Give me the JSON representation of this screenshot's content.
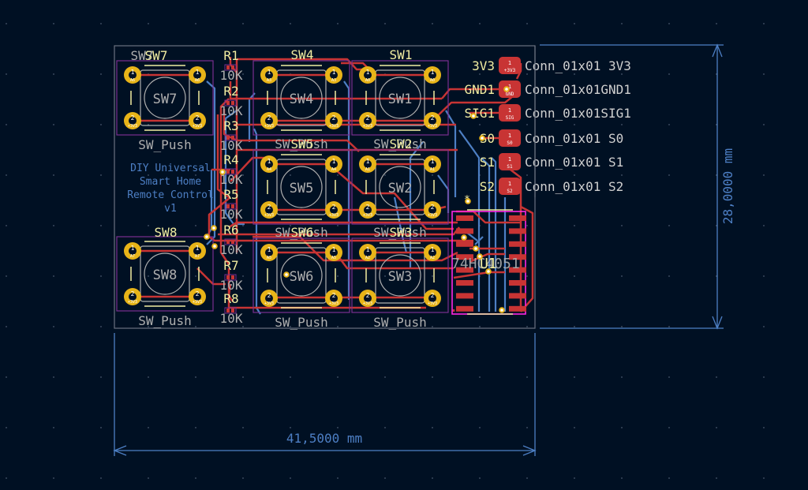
{
  "board": {
    "title_lines": [
      "DIY Universal",
      "Smart Home",
      "Remote Control",
      "v1"
    ],
    "width_dimension": "41,5000 mm",
    "height_dimension": "28,0000 mm"
  },
  "colors": {
    "background": "#001023",
    "edge": "#d0d2cd",
    "front_copper": "#c83434",
    "back_copper": "#4d7fc4",
    "pad": "#e8b418",
    "silkscreen": "#f2eda1",
    "fab": "#afafaf",
    "courtyard": "#7a2e8f",
    "user_text": "#4d7fc4",
    "dimension": "#4d7fc4",
    "selected_outline": "#ff26e2"
  },
  "switches": [
    {
      "ref": "SW7",
      "ref_overlap": "SW7",
      "value": "SW_Push",
      "net1": "A6",
      "net2": "+3V3"
    },
    {
      "ref": "SW4",
      "value": "SW_Push",
      "net1": "A3",
      "net2": "+3V3"
    },
    {
      "ref": "SW1",
      "value": "SW_Push",
      "net1": "A0",
      "net2": "+3V3"
    },
    {
      "ref": "SW5",
      "value": "SW_Push",
      "net1": "A4",
      "net2": "+3V3"
    },
    {
      "ref": "SW2",
      "value": "SW_Push",
      "net1": "A1",
      "net2": "+3V3"
    },
    {
      "ref": "SW8",
      "value": "SW_Push",
      "net1": "A7",
      "net2": "+3V3"
    },
    {
      "ref": "SW6",
      "value": "SW_Push",
      "net1": "A5",
      "net2": "+3V3"
    },
    {
      "ref": "SW3",
      "value": "SW_Push",
      "net1": "A2",
      "net2": "+3V3"
    }
  ],
  "resistors": [
    {
      "ref": "R1",
      "value": "10K"
    },
    {
      "ref": "R2",
      "value": "10K"
    },
    {
      "ref": "R3",
      "value": "10K"
    },
    {
      "ref": "R4",
      "value": "10K"
    },
    {
      "ref": "R5",
      "value": "10K"
    },
    {
      "ref": "R6",
      "value": "10K"
    },
    {
      "ref": "R7",
      "value": "10K"
    },
    {
      "ref": "R8",
      "value": "10K"
    }
  ],
  "connectors": [
    {
      "ref": "3V3",
      "pin": "1",
      "net": "+3V3",
      "value": "Conn_01x01 3V3"
    },
    {
      "ref": "GND1",
      "pin": "1",
      "net": "GND",
      "value": "Conn_01x01GND1"
    },
    {
      "ref": "SIG1",
      "pin": "1",
      "net": "SIG",
      "value": "Conn_01x01SIG1"
    },
    {
      "ref": "S0",
      "pin": "1",
      "net": "S0",
      "value": "Conn_01x01 S0"
    },
    {
      "ref": "S1",
      "pin": "1",
      "net": "S1",
      "value": "Conn_01x01 S1"
    },
    {
      "ref": "S2",
      "pin": "1",
      "net": "S2",
      "value": "Conn_01x01 S2"
    }
  ],
  "ic": {
    "ref": "U1",
    "value": "74HC4051",
    "pin1_marker": "*"
  }
}
